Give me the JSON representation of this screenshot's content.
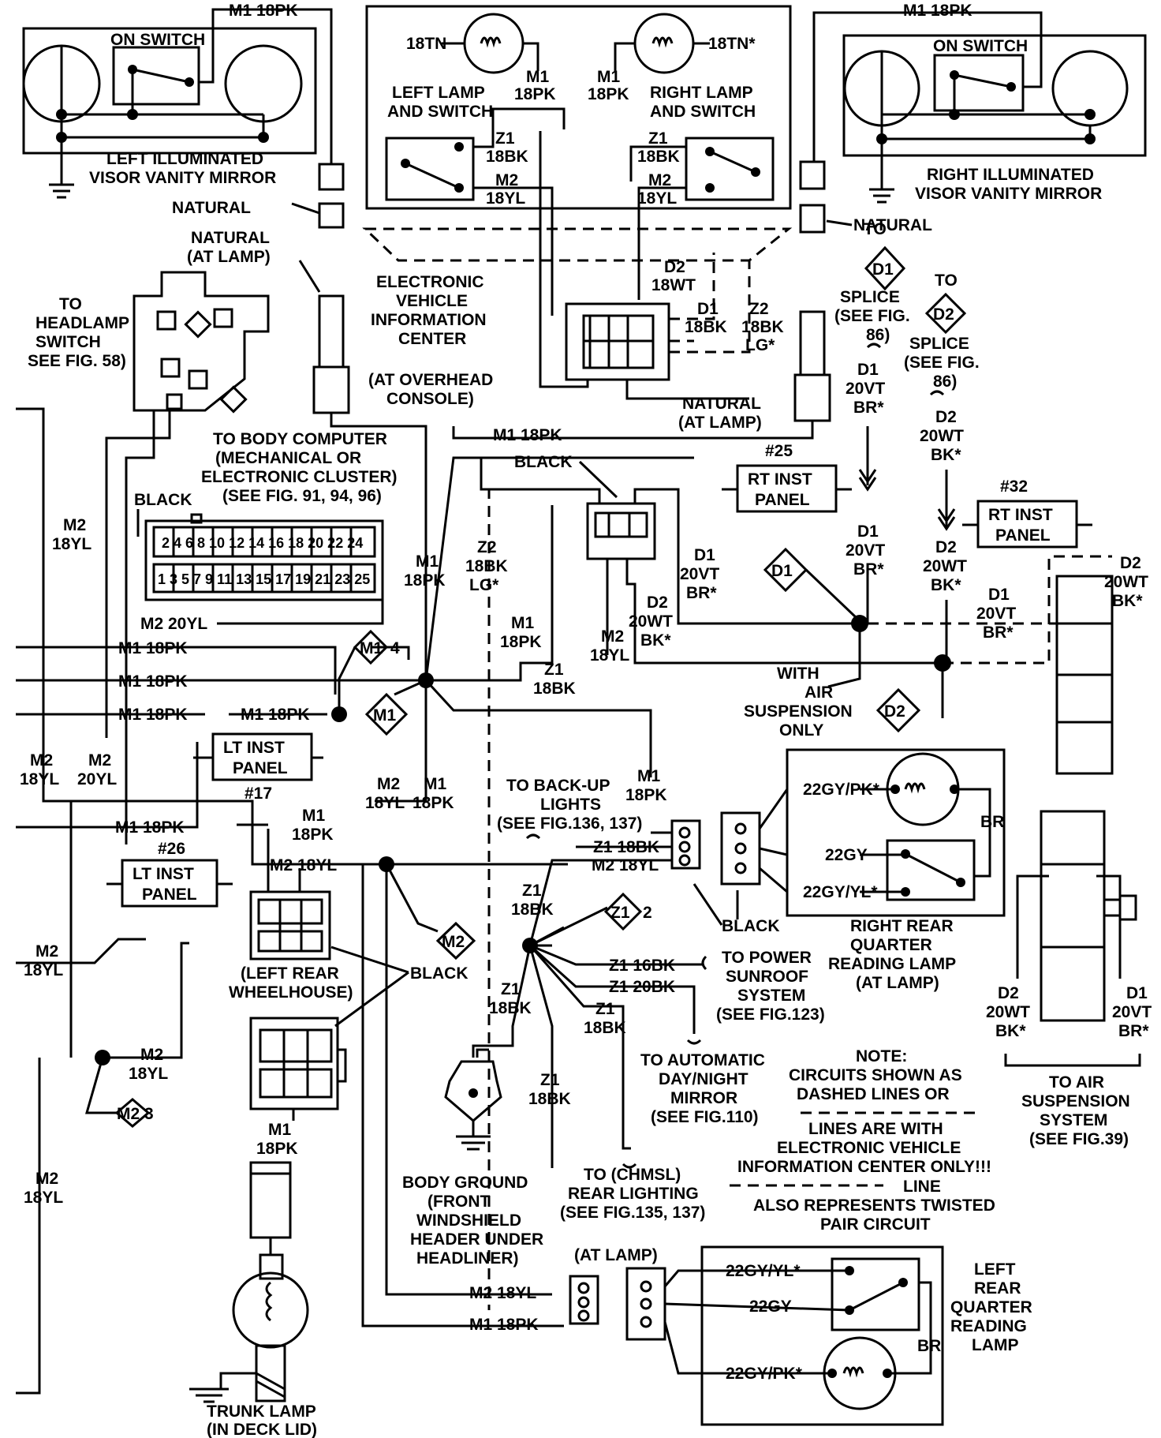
{
  "left_mirror": {
    "on_switch": "ON SWITCH",
    "title_line1": "LEFT ILLUMINATED",
    "title_line2": "VISOR VANITY MIRROR",
    "wire": "M1 18PK"
  },
  "right_mirror": {
    "on_switch": "ON SWITCH",
    "title_line1": "RIGHT ILLUMINATED",
    "title_line2": "VISOR VANITY MIRROR",
    "wire": "M1 18PK"
  },
  "connectors": {
    "natural": "NATURAL",
    "at_lamp": "(AT LAMP)",
    "overhead1": "(AT OVERHEAD",
    "overhead2": "CONSOLE)"
  },
  "overhead": {
    "left_tn": "18TN",
    "right_tn": "18TN*",
    "m1": "M1",
    "pk": "18PK",
    "left_label1": "LEFT LAMP",
    "right_label1": "RIGHT LAMP",
    "label2": "AND SWITCH",
    "z1": "Z1",
    "bk": "18BK",
    "m2": "M2",
    "yl": "18YL"
  },
  "evic": {
    "line1": "ELECTRONIC",
    "line2": "VEHICLE",
    "line3": "INFORMATION",
    "line4": "CENTER",
    "d2": "D2",
    "wt18": "18WT",
    "d1": "D1",
    "bk18": "18BK",
    "z2": "Z2",
    "lg": "LG*"
  },
  "headlamp": {
    "line1": "TO",
    "line2": "HEADLAMP",
    "line3": "SWITCH",
    "line4": "SEE FIG. 58)"
  },
  "body_computer": {
    "line1": "TO BODY COMPUTER",
    "line2": "(MECHANICAL OR",
    "line3": "ELECTRONIC CLUSTER)",
    "line4": "(SEE FIG. 91, 94, 96)",
    "black": "BLACK",
    "pins_top": "2 4 6 8 10 12 14 16 18 20 22 24",
    "pins_bottom": "1 3 5 7 9 11 13 15 17 19 21 23 25",
    "m2": "M2 20YL"
  },
  "feeds": {
    "m1_18pk": "M1 18PK",
    "m2": "M2",
    "yl18": "18YL",
    "yl20": "20YL",
    "m2_splice3": "M2 3"
  },
  "m1": {
    "splice4": "M1",
    "num4": "4",
    "splice": "M1",
    "label_m1": "M1",
    "label_pk": "18PK",
    "top": "M1 18PK"
  },
  "panels": {
    "lt_inst": "LT INST",
    "rt_inst": "RT INST",
    "panel": "PANEL",
    "n17": "#17",
    "n26": "#26",
    "n25": "#25",
    "n32": "#32"
  },
  "mid": {
    "m1": "M1",
    "m2": "M2",
    "pk18": "18PK",
    "yl18": "18YL",
    "m2_row": "M2 18YL",
    "m2_splice": "M2"
  },
  "wheelhouse": {
    "line1": "(LEFT REAR",
    "line2": "WHEELHOUSE)",
    "black": "BLACK",
    "m1": "M1",
    "pk18": "18PK"
  },
  "trunk": {
    "line1": "TRUNK LAMP",
    "line2": "(IN DECK LID)"
  },
  "center": {
    "black": "BLACK",
    "z2": "Z2",
    "bk18": "18BK",
    "lg": "LG*",
    "m1": "M1",
    "pk18": "18PK",
    "m2": "M2",
    "yl18": "18YL",
    "z1": "Z1",
    "d1": "D1",
    "vt20": "20VT",
    "br": "BR*",
    "d2": "D2",
    "wt20": "20WT",
    "bk": "BK*"
  },
  "splice": {
    "d1": "D1",
    "d2": "D2",
    "to": "TO",
    "splice": "SPLICE",
    "see": "(SEE FIG.",
    "see_fig": "(SEE FIG.",
    "n86": "86)",
    "d1w": "D1",
    "d2w": "D2",
    "vt20": "20VT",
    "wt20": "20WT",
    "br": "BR*",
    "bk": "BK*"
  },
  "air": {
    "line1": "WITH",
    "line2": "AIR",
    "line3": "SUSPENSION",
    "line4": "ONLY",
    "d2": "D2",
    "d1": "D1",
    "wt20": "20WT",
    "vt20": "20VT",
    "bk": "BK*",
    "br": "BR*",
    "to_air": "TO AIR",
    "suspension": "SUSPENSION",
    "system": "SYSTEM",
    "see": "(SEE FIG.39)"
  },
  "rr_lamp": {
    "gypk": "22GY/PK*",
    "gy": "22GY",
    "gyyl": "22GY/YL*",
    "br": "BR",
    "black": "BLACK",
    "t1": "RIGHT REAR",
    "t2": "QUARTER",
    "t3": "READING LAMP",
    "t4": "(AT LAMP)",
    "m1": "M1",
    "pk18": "18PK",
    "z1": "Z1 18BK",
    "m2": "M2 18YL"
  },
  "z1": {
    "splice": "Z1",
    "num2": "2",
    "z1": "Z1",
    "bk18": "18BK",
    "z16": "Z1 16BK",
    "z20": "Z1 20BK",
    "backup1": "TO BACK-UP",
    "backup2": "LIGHTS",
    "backup3": "(SEE FIG.136, 137)",
    "sunroof1": "TO POWER",
    "sunroof2": "SUNROOF",
    "sunroof3": "SYSTEM",
    "sunroof4": "(SEE FIG.123)",
    "mirror1": "TO AUTOMATIC",
    "mirror2": "DAY/NIGHT",
    "mirror3": "MIRROR",
    "mirror4": "(SEE FIG.110)",
    "chmsl1": "TO (CHMSL)",
    "chmsl2": "REAR LIGHTING",
    "chmsl3": "(SEE FIG.135, 137)"
  },
  "ground": {
    "line1": "BODY GROUND",
    "line2": "(FRONT",
    "line3": "WINDSHIELD",
    "line4": "HEADER UNDER",
    "line5": "HEADLINER)"
  },
  "lr_lamp": {
    "at_lamp": "(AT LAMP)",
    "gyyl": "22GY/YL*",
    "gy": "22GY",
    "gypk": "22GY/PK*",
    "br": "BR",
    "t1": "LEFT",
    "t2": "REAR",
    "t3": "QUARTER",
    "t4": "READING",
    "t5": "LAMP",
    "m2": "M2 18YL",
    "m1": "M1 18PK"
  },
  "note": {
    "line1": "NOTE:",
    "line2": "CIRCUITS SHOWN AS",
    "line3": "DASHED LINES OR",
    "line4": "LINES ARE WITH",
    "line5": "ELECTRONIC VEHICLE",
    "line6": "INFORMATION CENTER ONLY!!!",
    "line7": "LINE",
    "line8": "ALSO REPRESENTS TWISTED",
    "line9": "PAIR CIRCUIT"
  }
}
